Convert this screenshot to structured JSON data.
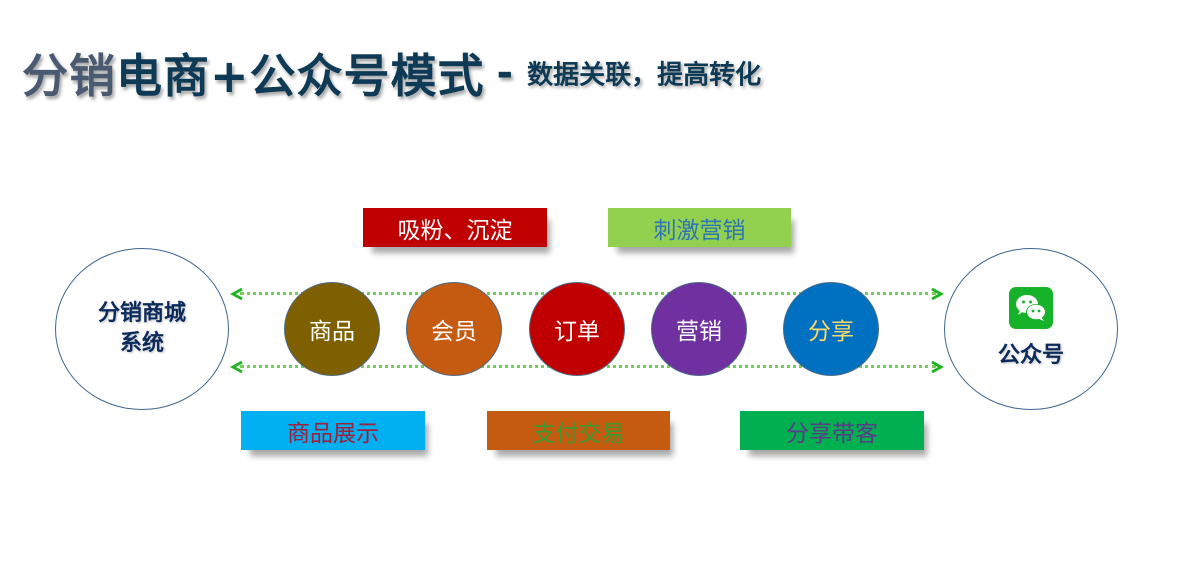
{
  "title": {
    "main_part1": "分销",
    "main_part2": "电商+公众号模式",
    "dash": "-",
    "subtitle": "数据关联，提高转化"
  },
  "left_system": {
    "line1": "分销商城",
    "line2": "系统"
  },
  "right_system": {
    "label": "公众号",
    "icon": "wechat-icon"
  },
  "nodes": [
    {
      "label": "商品",
      "color": "#7f6000",
      "text_color": "#ffffff"
    },
    {
      "label": "会员",
      "color": "#c55a11",
      "text_color": "#ffffff"
    },
    {
      "label": "订单",
      "color": "#c00000",
      "text_color": "#ffffff"
    },
    {
      "label": "营销",
      "color": "#7030a0",
      "text_color": "#ffffff"
    },
    {
      "label": "分享",
      "color": "#0070c0",
      "text_color": "#ffd966"
    }
  ],
  "top_tags": [
    {
      "label": "吸粉、沉淀",
      "bg": "#c00000",
      "text_color": "#ffffff"
    },
    {
      "label": "刺激营销",
      "bg": "#92d050",
      "text_color": "#2e75b6"
    }
  ],
  "bottom_tags": [
    {
      "label": "商品展示",
      "bg": "#00b0f0",
      "text_color": "#a0203a"
    },
    {
      "label": "支付交易",
      "bg": "#c55a11",
      "text_color": "#3a9a30"
    },
    {
      "label": "分享带客",
      "bg": "#00b050",
      "text_color": "#5a3a8a"
    }
  ],
  "colors": {
    "title": "#0e3a55",
    "connector": "#6fcf57",
    "arrow": "#22b422",
    "circle_border": "#3d6690"
  }
}
